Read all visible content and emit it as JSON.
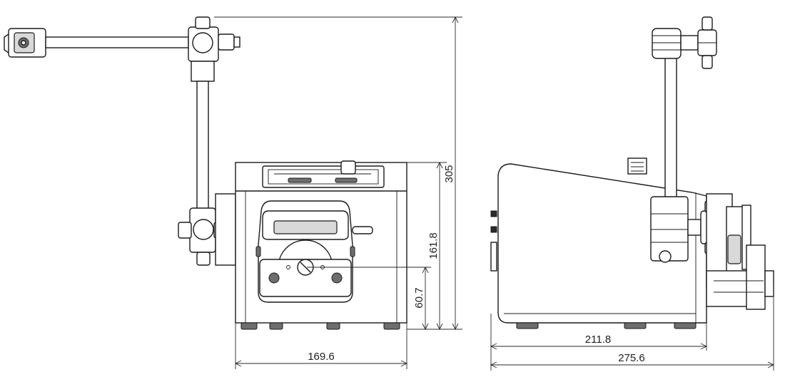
{
  "dimensions": {
    "front_width": "169.6",
    "total_height": "305",
    "body_height": "161.8",
    "shaft_height": "60.7",
    "side_depth": "211.8",
    "total_depth": "275.6"
  },
  "colors": {
    "line": "#1a1a1a",
    "shade": "#d9d9d9",
    "background": "#ffffff"
  }
}
